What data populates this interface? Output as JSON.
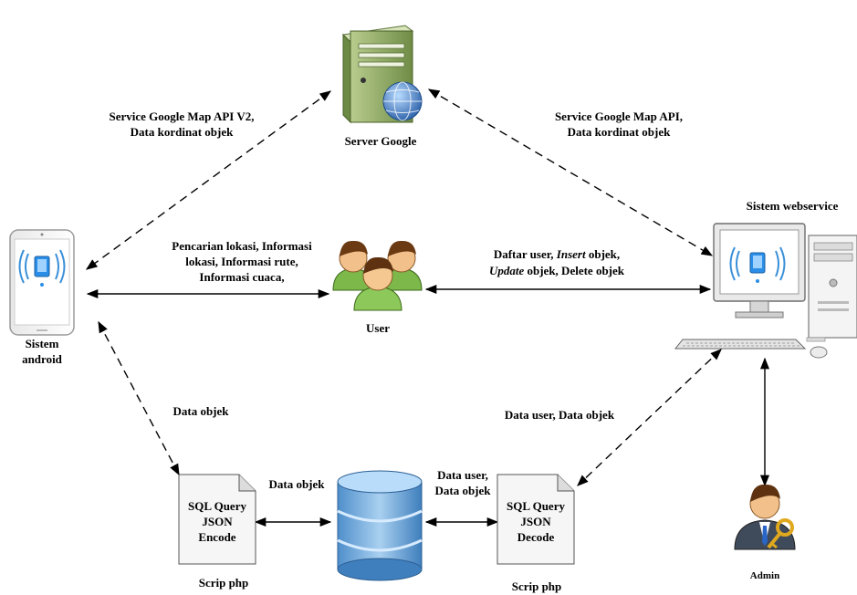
{
  "nodes": {
    "server": {
      "label": "Server Google",
      "icon": "server-globe-icon"
    },
    "android": {
      "label_line1": "Sistem",
      "label_line2": "android",
      "icon": "smartphone-icon"
    },
    "user": {
      "label": "User",
      "icon": "user-group-icon"
    },
    "webservice": {
      "label": "Sistem webservice",
      "icon": "desktop-computer-icon"
    },
    "database": {
      "icon": "database-icon"
    },
    "script_left": {
      "caption": "Scrip php",
      "line1": "SQL Query",
      "line2": "JSON",
      "line3": "Encode",
      "icon": "document-icon"
    },
    "script_right": {
      "caption": "Scrip php",
      "line1": "SQL Query",
      "line2": "JSON",
      "line3": "Decode",
      "icon": "document-icon"
    },
    "admin": {
      "label": "Admin",
      "icon": "admin-key-icon"
    }
  },
  "edges": {
    "server_android": {
      "line1": "Service Google Map API V2,",
      "line2": "Data kordinat objek"
    },
    "server_web": {
      "line1": "Service Google Map API,",
      "line2": "Data kordinat objek"
    },
    "user_android": {
      "line1": "Pencarian lokasi, Informasi",
      "line2": "lokasi, Informasi rute,",
      "line3": "Informasi cuaca,"
    },
    "user_web": {
      "line1a": "Daftar user, ",
      "line1b": "Insert",
      "line1c": " objek,",
      "line2a": "Update",
      "line2b": " objek, Delete objek"
    },
    "android_script": {
      "label": "Data objek"
    },
    "script_db_left": {
      "label": "Data objek"
    },
    "db_script_right": {
      "line1": "Data user,",
      "line2": "Data objek"
    },
    "web_script": {
      "label": "Data user, Data objek"
    }
  },
  "colors": {
    "arrow": "#000000",
    "server_body": "#8aa464",
    "db_body": "#6fa8d8",
    "person_skin": "#f2c08a",
    "person_shirt": "#7cb84a"
  }
}
